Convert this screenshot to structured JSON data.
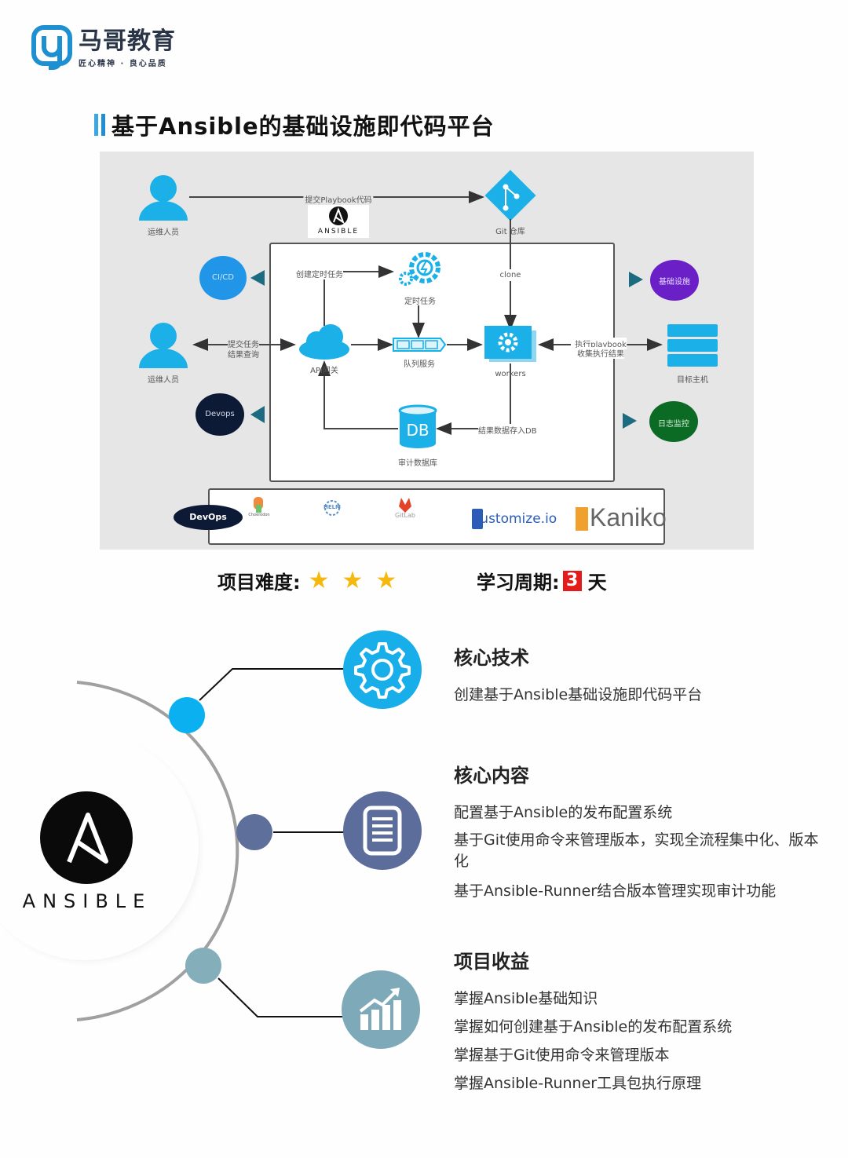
{
  "brand": {
    "name": "马哥教育",
    "slogan": "匠心精神 · 良心品质",
    "color": "#1e8fd0"
  },
  "title": "基于Ansible的基础设施即代码平台",
  "diagram": {
    "nodes": {
      "ops_top": "运维人员",
      "ops_mid": "运维人员",
      "ansible_logo": "ANSIBLE",
      "git": "Git 仓库",
      "cicd": "CI/CD",
      "infra": "基础设施",
      "devops_circle": "Devops",
      "log_monitor": "日志监控",
      "scheduler": "定时任务",
      "api_gateway": "API网关",
      "queue": "队列服务",
      "workers": "workers",
      "db": "DB",
      "audit_db": "审计数据库",
      "targets": "目标主机"
    },
    "edges": {
      "submit_playbook": "提交Playbook代码",
      "clone": "clone",
      "create_cron": "创建定时任务",
      "submit_task": "提交任务",
      "query_result": "结果查询",
      "exec_playbook": "执行playbook",
      "collect_result": "收集执行结果",
      "store_db": "结果数据存入DB"
    },
    "toolbar": {
      "devops_label": "DevOps",
      "tools": [
        "Choerodon",
        "HELM",
        "GitLab",
        "Kustomize.io",
        "Kaniko"
      ]
    },
    "colors": {
      "blue": "#1cb0e8",
      "cicd": "#2196e8",
      "infra": "#6a1fc7",
      "devops": "#0d1a36",
      "log": "#0b6b24",
      "arrow": "#1c6b80"
    }
  },
  "meta": {
    "difficulty_label": "项目难度:",
    "difficulty_stars": 3,
    "period_label": "学习周期:",
    "period_value": "3",
    "period_unit": "天"
  },
  "hub": {
    "logo_text": "ANSIBLE",
    "dot_colors": [
      "#0ab0f0",
      "#5f6f9c",
      "#85aebb"
    ]
  },
  "features": [
    {
      "icon": "gear-icon",
      "color": "#17aeea",
      "title": "核心技术",
      "items": [
        "创建基于Ansible基础设施即代码平台"
      ]
    },
    {
      "icon": "document-icon",
      "color": "#5c6d9b",
      "title": "核心内容",
      "items": [
        "配置基于Ansible的发布配置系统",
        "基于Git使用命令来管理版本，实现全流程集中化、版本化",
        "基于Ansible-Runner结合版本管理实现审计功能"
      ]
    },
    {
      "icon": "chart-growth-icon",
      "color": "#7ea9b8",
      "title": "项目收益",
      "items": [
        "掌握Ansible基础知识",
        "掌握如何创建基于Ansible的发布配置系统",
        "掌握基于Git使用命令来管理版本",
        "掌握Ansible-Runner工具包执行原理"
      ]
    }
  ]
}
